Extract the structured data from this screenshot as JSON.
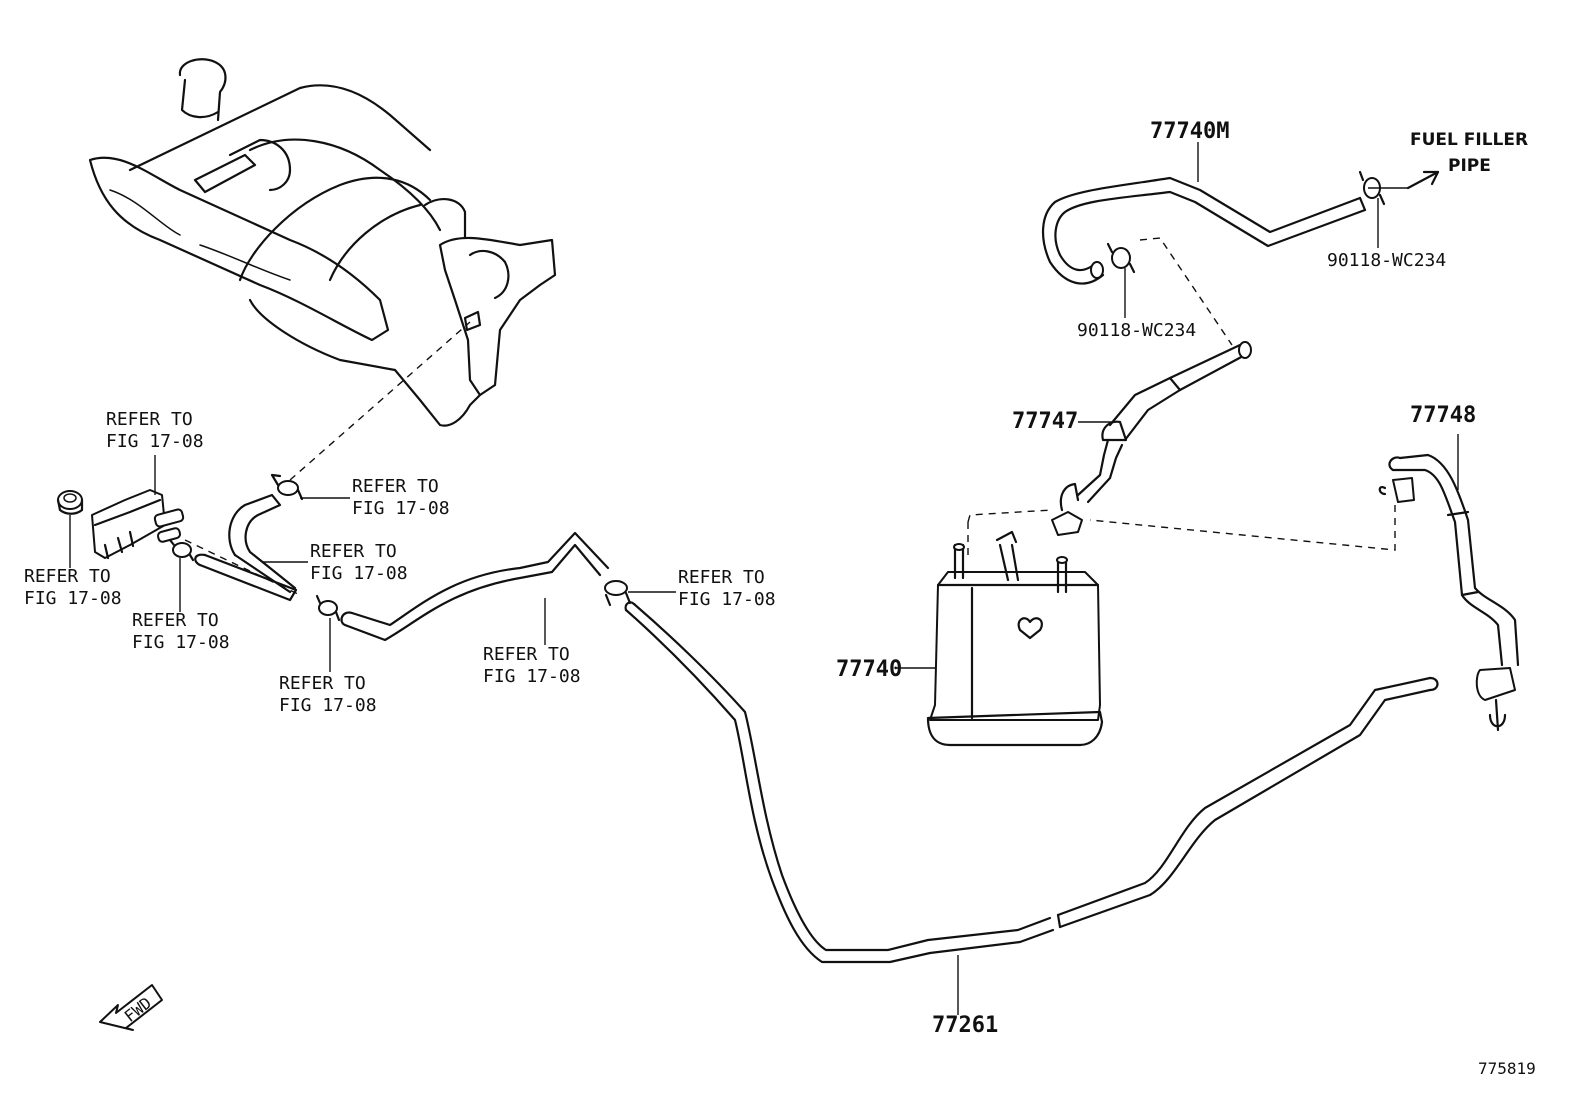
{
  "diagram": {
    "figure_number": "775819",
    "fwd_indicator": "FWD",
    "fuel_filler_pipe": [
      "FUEL FILLER",
      "PIPE"
    ],
    "parts": {
      "p77740M": "77740M",
      "p77747": "77747",
      "p77748": "77748",
      "p77740": "77740",
      "p77261": "77261",
      "clamp_top": "90118-WC234",
      "clamp_mid": "90118-WC234"
    },
    "refer": {
      "line1": "REFER TO",
      "line2": "FIG 17-08"
    }
  }
}
